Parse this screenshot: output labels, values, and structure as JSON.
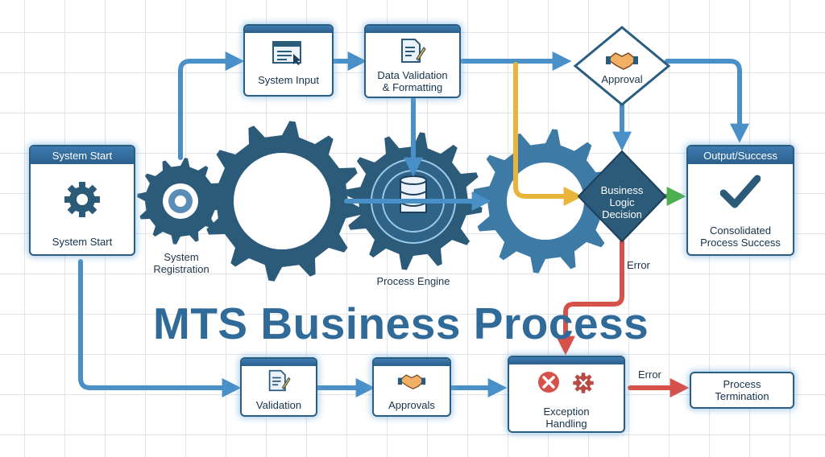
{
  "title": "MTS Business Process",
  "nodes": {
    "system_start": {
      "header": "System Start",
      "label": "System Start"
    },
    "system_input": {
      "label": "System Input"
    },
    "data_validation": {
      "label_line1": "Data Validation",
      "label_line2": "& Formatting"
    },
    "approval": {
      "label": "Approval"
    },
    "output_success": {
      "header": "Output/Success",
      "label_line1": "Consolidated",
      "label_line2": "Process Success"
    },
    "business_logic": {
      "line1": "Business",
      "line2": "Logic",
      "line3": "Decision"
    },
    "system_registration": {
      "line1": "System",
      "line2": "Registration"
    },
    "process_engine": {
      "label": "Process Engine"
    },
    "validation": {
      "label": "Validation"
    },
    "approvals": {
      "label": "Approvals"
    },
    "exception_handling": {
      "line1": "Exception",
      "line2": "Handling"
    },
    "process_termination": {
      "line1": "Process",
      "line2": "Termination"
    }
  },
  "edge_labels": {
    "error_top": "Error",
    "error_bottom": "Error"
  },
  "colors": {
    "flow_blue": "#4a90c8",
    "yellow": "#e8b53a",
    "red": "#d6514a",
    "green": "#4caf50",
    "gear": "#2c5b7a",
    "box_border": "#2a5d82"
  }
}
